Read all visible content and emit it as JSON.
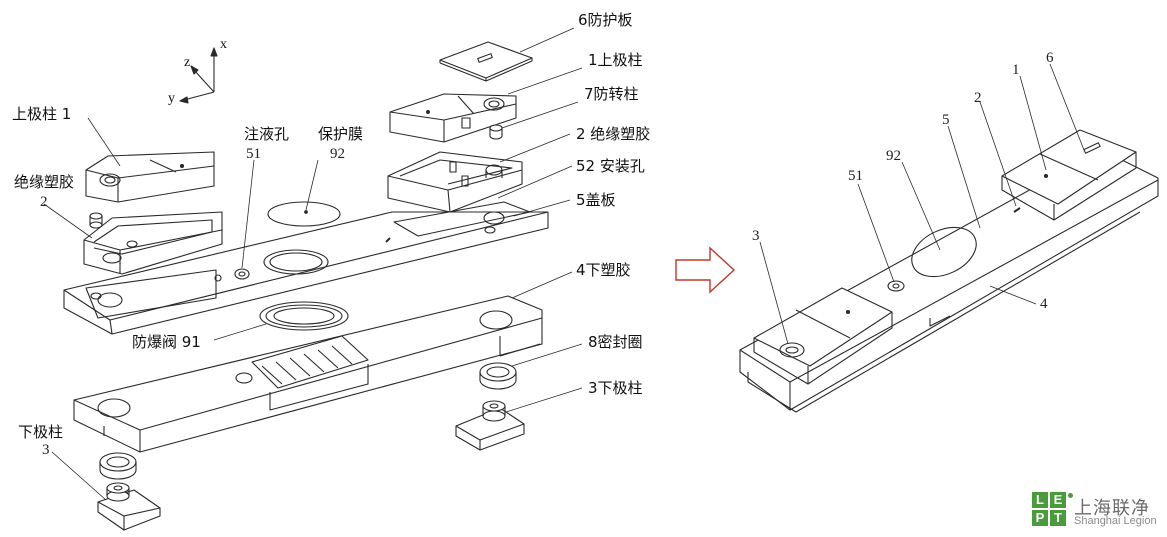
{
  "labels": {
    "protective_plate": "6防护板",
    "top_pole_right": "1上极柱",
    "anti_rotation_post": "7防转柱",
    "insulation_right": "2 绝缘塑胶",
    "mounting_hole": "52 安装孔",
    "cover_plate": "5盖板",
    "lower_plastic": "4下塑胶",
    "seal_ring": "8密封圈",
    "bottom_pole_right": "3下极柱",
    "top_pole_left": "上极柱 1",
    "insulation_left": "绝缘塑胶",
    "insulation_left_num": "2",
    "fill_hole": "注液孔",
    "fill_hole_num": "51",
    "protective_film": "保护膜",
    "protective_film_num": "92",
    "explosion_valve": "防爆阀 91",
    "bottom_pole_left": "下极柱",
    "bottom_pole_left_num": "3"
  },
  "axes": {
    "z": "z",
    "x": "x",
    "y": "y"
  },
  "assembled_numbers": {
    "n1": "1",
    "n6": "6",
    "n2": "2",
    "n5": "5",
    "n92": "92",
    "n51": "51",
    "n3": "3",
    "n4": "4"
  },
  "logo": {
    "letters": [
      "L",
      "E",
      "P",
      "T"
    ],
    "name_cn": "上海联净",
    "name_en": "Shanghai Legion"
  },
  "colors": {
    "line": "#2a2a2a",
    "arrow": "#c0392b",
    "logo_green": "#4a9b3c"
  }
}
